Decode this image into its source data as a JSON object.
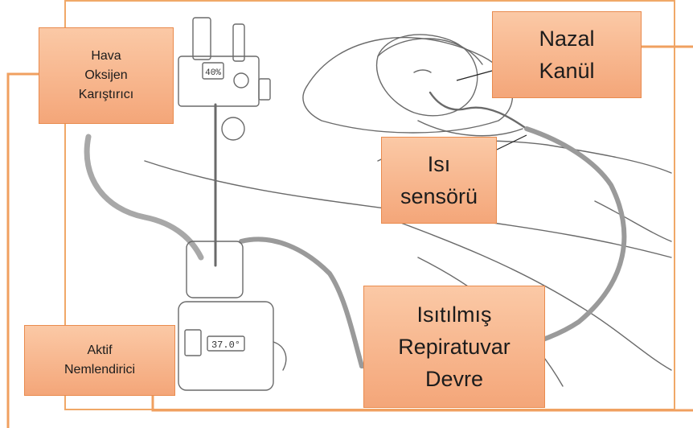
{
  "labels": {
    "air_oxygen_blender": "Hava\nOksijen\nKarıştırıcı",
    "nasal_cannula": "Nazal\nKanül",
    "temperature_sensor": "Isı\nsensörü",
    "active_humidifier": "Aktif\nNemlendirici",
    "heated_respiratory_circuit": "Isıtılmış\nRepiratuvar\nDevre"
  },
  "device_display": {
    "blender_readout": "40%",
    "humidifier_readout": "37.0°"
  },
  "colors": {
    "label_fill": "#f4a679",
    "label_border": "#e98b4e",
    "connector_line": "#f0a060",
    "sketch_line": "#6a6a6a"
  }
}
